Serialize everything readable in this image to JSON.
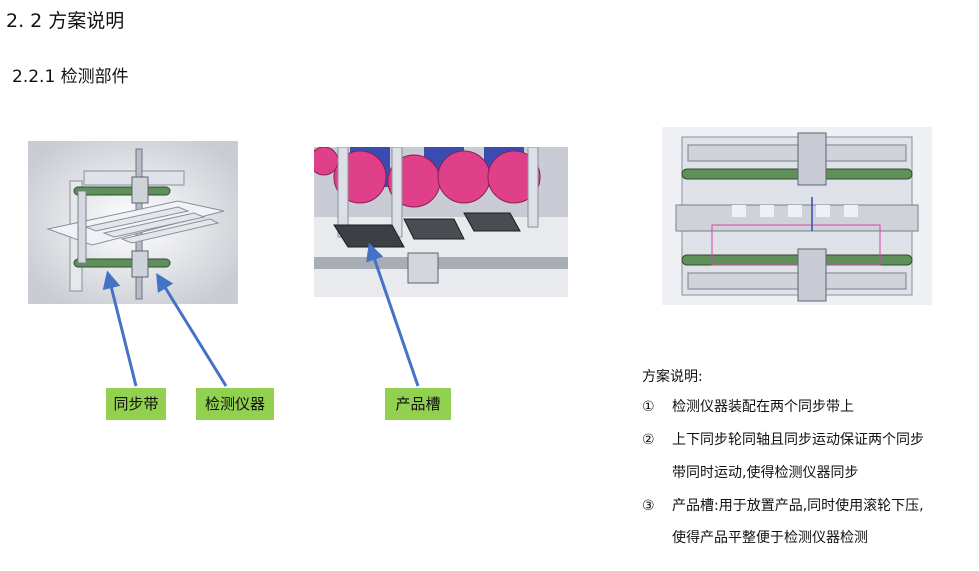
{
  "section_title": "2. 2 方案说明",
  "subsection_title": "2.2.1  检测部件",
  "labels": {
    "sync_belt": "同步带",
    "inspection_instrument": "检测仪器",
    "product_slot": "产品槽"
  },
  "colors": {
    "label_bg": "#92d050",
    "arrow": "#4472c4",
    "green_belt": "#5f8f5a",
    "pink_roller": "#e0408a",
    "blue_block": "#3b4bb0"
  },
  "notes": {
    "heading": "方案说明:",
    "items": [
      {
        "num": "①",
        "lines": [
          "检测仪器装配在两个同步带上"
        ]
      },
      {
        "num": "②",
        "lines": [
          "上下同步轮同轴且同步运动保证两个同步",
          "带同时运动,使得检测仪器同步"
        ]
      },
      {
        "num": "③",
        "lines": [
          "产品槽:用于放置产品,同时使用滚轮下压,",
          "使得产品平整便于检测仪器检测"
        ]
      }
    ]
  }
}
